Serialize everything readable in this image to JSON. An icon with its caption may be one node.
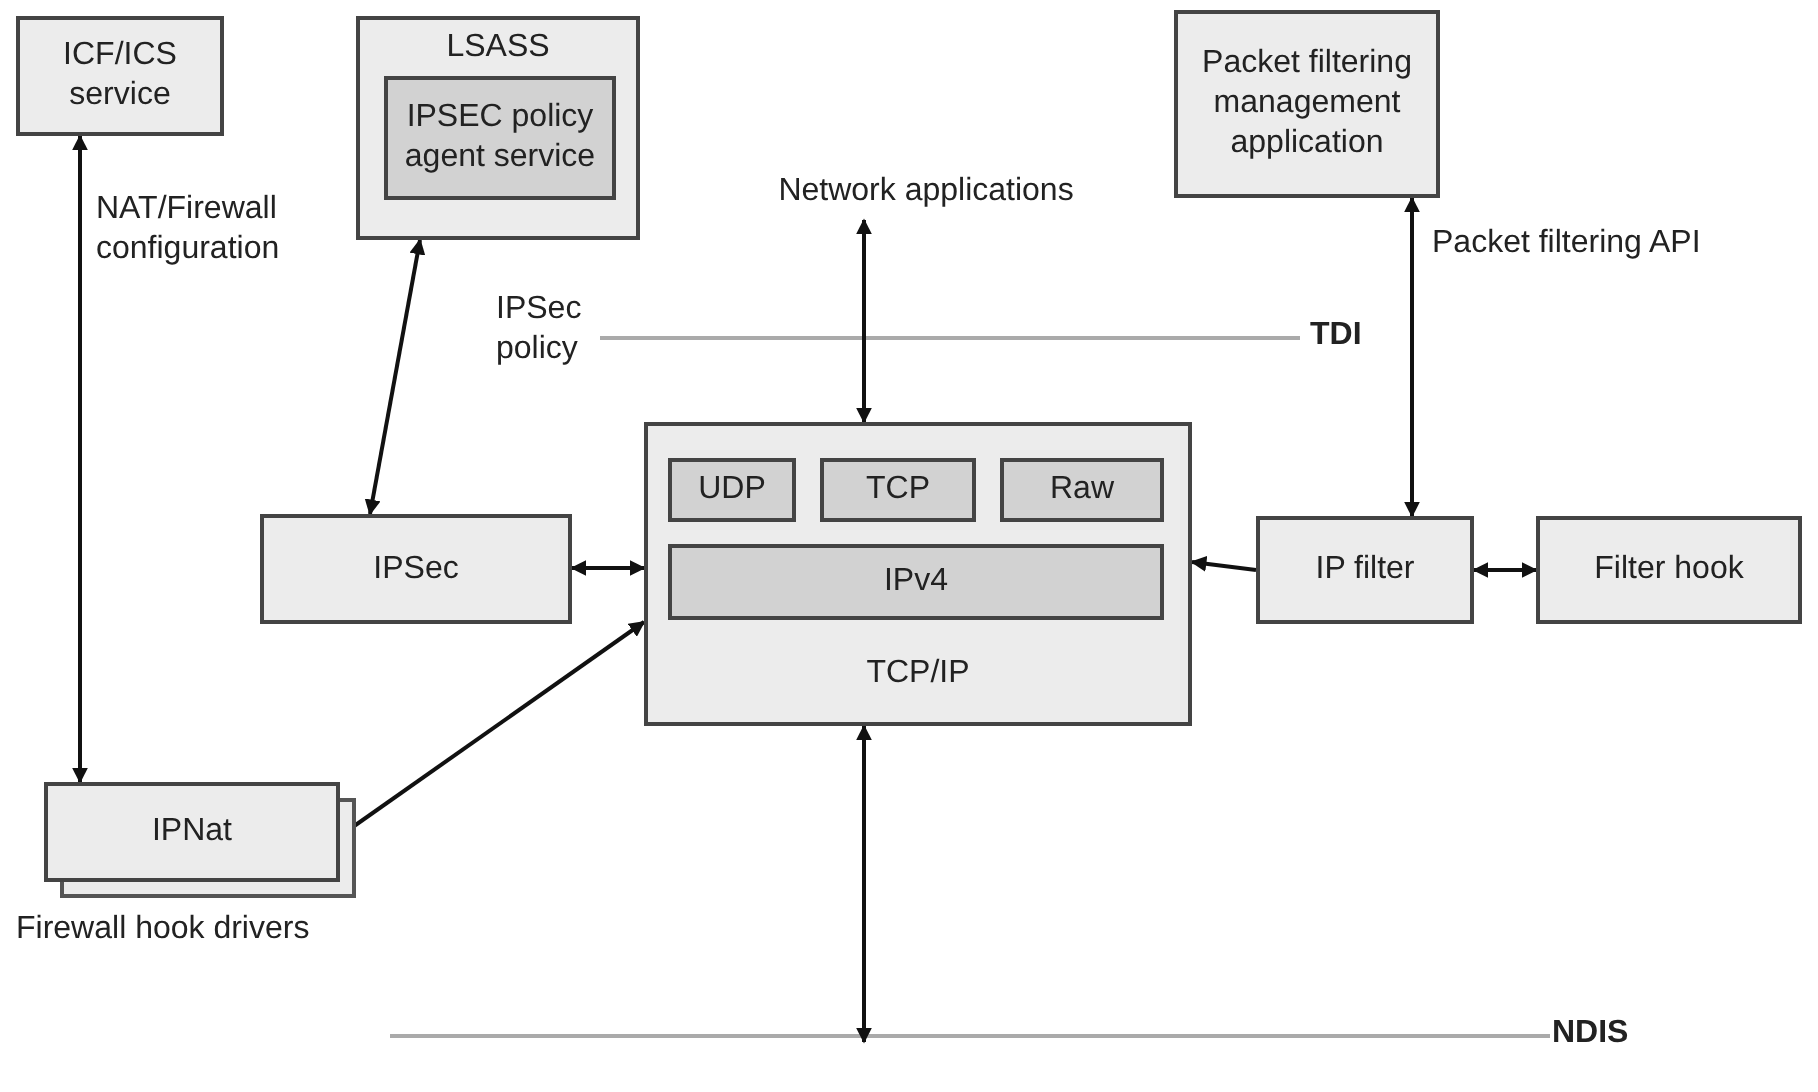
{
  "diagram": {
    "nodes": [
      {
        "text": [
          "ICF/ICS service"
        ]
      },
      {
        "text": [
          "LSASS"
        ]
      },
      {
        "text": [
          "IPSEC policy agent service"
        ],
        "in": 1
      },
      {
        "text": [
          "Packet filtering management application"
        ]
      },
      {
        "text": [
          "Network applications"
        ]
      },
      {
        "text": [
          "TCP/IP"
        ]
      },
      {
        "text": [
          "UDP"
        ],
        "in": 5
      },
      {
        "text": [
          "TCP"
        ],
        "in": 5
      },
      {
        "text": [
          "Raw"
        ],
        "in": 5
      },
      {
        "text": [
          "IPv4"
        ],
        "in": 5
      },
      {
        "text": [
          "IPSec"
        ]
      },
      {
        "text": [
          "IP filter"
        ]
      },
      {
        "text": [
          "Filter hook"
        ]
      },
      {
        "text": [
          "IPNat"
        ],
        "beside": [
          "Firewall hook drivers"
        ]
      }
    ],
    "edges": [
      {
        "from": 0,
        "to": 13,
        "arrow": "both",
        "label": "NAT/Firewall configuration"
      },
      {
        "from": 1,
        "to": 10,
        "arrow": "both",
        "label": "IPSec policy"
      },
      {
        "from": 4,
        "to": 5,
        "arrow": "both"
      },
      {
        "from": 3,
        "to": 11,
        "arrow": "both",
        "label": "Packet filtering API"
      },
      {
        "from": 10,
        "to": 5,
        "arrow": "both"
      },
      {
        "from": 11,
        "to": 5,
        "arrow": "to"
      },
      {
        "from": 11,
        "to": 12,
        "arrow": "both"
      },
      {
        "from": 13,
        "to": 5,
        "arrow": "both"
      },
      {
        "from": 5,
        "to": null,
        "arrow": "both"
      }
    ],
    "labels": [
      "TDI",
      "NDIS"
    ]
  }
}
